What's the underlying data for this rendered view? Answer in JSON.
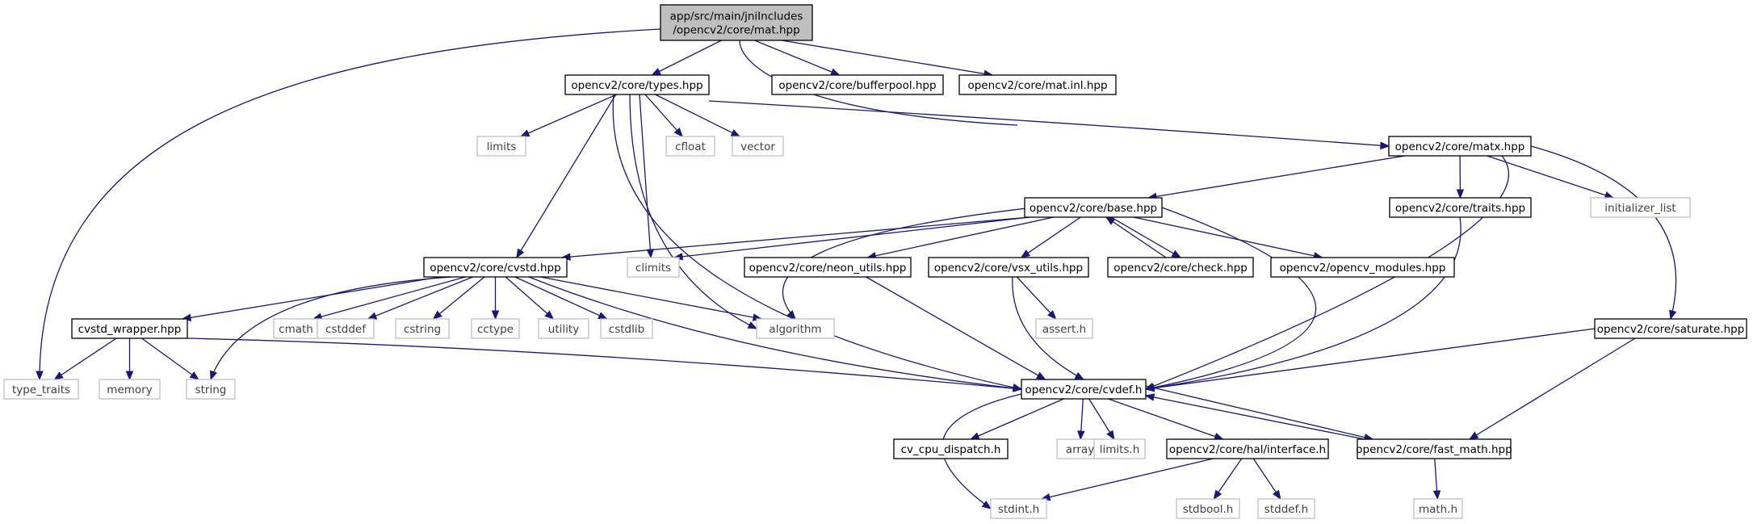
{
  "diagram": {
    "colors": {
      "edge": "#191970",
      "root_fill": "#bfbfbf",
      "node_border": "#000000",
      "system_border": "#bfbfbf",
      "system_text": "#404040"
    },
    "nodes": [
      {
        "id": "mat",
        "lines": [
          "app/src/main/jniIncludes",
          "/opencv2/core/mat.hpp"
        ],
        "kind": "root"
      },
      {
        "id": "types",
        "lines": [
          "opencv2/core/types.hpp"
        ],
        "kind": "std"
      },
      {
        "id": "bufferpool",
        "lines": [
          "opencv2/core/bufferpool.hpp"
        ],
        "kind": "std"
      },
      {
        "id": "matinl",
        "lines": [
          "opencv2/core/mat.inl.hpp"
        ],
        "kind": "std"
      },
      {
        "id": "limits",
        "lines": [
          "limits"
        ],
        "kind": "sys"
      },
      {
        "id": "cfloat",
        "lines": [
          "cfloat"
        ],
        "kind": "sys"
      },
      {
        "id": "vector",
        "lines": [
          "vector"
        ],
        "kind": "sys"
      },
      {
        "id": "matx",
        "lines": [
          "opencv2/core/matx.hpp"
        ],
        "kind": "std"
      },
      {
        "id": "base",
        "lines": [
          "opencv2/core/base.hpp"
        ],
        "kind": "std"
      },
      {
        "id": "traits",
        "lines": [
          "opencv2/core/traits.hpp"
        ],
        "kind": "std"
      },
      {
        "id": "initlist",
        "lines": [
          "initializer_list"
        ],
        "kind": "sys"
      },
      {
        "id": "cvstd",
        "lines": [
          "opencv2/core/cvstd.hpp"
        ],
        "kind": "std"
      },
      {
        "id": "climits",
        "lines": [
          "climits"
        ],
        "kind": "sys"
      },
      {
        "id": "neon",
        "lines": [
          "opencv2/core/neon_utils.hpp"
        ],
        "kind": "std"
      },
      {
        "id": "vsx",
        "lines": [
          "opencv2/core/vsx_utils.hpp"
        ],
        "kind": "std"
      },
      {
        "id": "check",
        "lines": [
          "opencv2/core/check.hpp"
        ],
        "kind": "std"
      },
      {
        "id": "modules",
        "lines": [
          "opencv2/opencv_modules.hpp"
        ],
        "kind": "std"
      },
      {
        "id": "wrapper",
        "lines": [
          "cvstd_wrapper.hpp"
        ],
        "kind": "std"
      },
      {
        "id": "cmath",
        "lines": [
          "cmath"
        ],
        "kind": "sys"
      },
      {
        "id": "cstddef",
        "lines": [
          "cstddef"
        ],
        "kind": "sys"
      },
      {
        "id": "cstring",
        "lines": [
          "cstring"
        ],
        "kind": "sys"
      },
      {
        "id": "cctype",
        "lines": [
          "cctype"
        ],
        "kind": "sys"
      },
      {
        "id": "utility",
        "lines": [
          "utility"
        ],
        "kind": "sys"
      },
      {
        "id": "cstdlib",
        "lines": [
          "cstdlib"
        ],
        "kind": "sys"
      },
      {
        "id": "algorithm",
        "lines": [
          "algorithm"
        ],
        "kind": "sys"
      },
      {
        "id": "asserth",
        "lines": [
          "assert.h"
        ],
        "kind": "sys"
      },
      {
        "id": "saturate",
        "lines": [
          "opencv2/core/saturate.hpp"
        ],
        "kind": "std"
      },
      {
        "id": "typetraits",
        "lines": [
          "type_traits"
        ],
        "kind": "sys"
      },
      {
        "id": "memory",
        "lines": [
          "memory"
        ],
        "kind": "sys"
      },
      {
        "id": "string",
        "lines": [
          "string"
        ],
        "kind": "sys"
      },
      {
        "id": "cvdef",
        "lines": [
          "opencv2/core/cvdef.h"
        ],
        "kind": "std"
      },
      {
        "id": "dispatch",
        "lines": [
          "cv_cpu_dispatch.h"
        ],
        "kind": "std"
      },
      {
        "id": "array",
        "lines": [
          "array"
        ],
        "kind": "sys"
      },
      {
        "id": "limitsh",
        "lines": [
          "limits.h"
        ],
        "kind": "sys"
      },
      {
        "id": "interface",
        "lines": [
          "opencv2/core/hal/interface.h"
        ],
        "kind": "std"
      },
      {
        "id": "fastmath",
        "lines": [
          "opencv2/core/fast_math.hpp"
        ],
        "kind": "std"
      },
      {
        "id": "stdint",
        "lines": [
          "stdint.h"
        ],
        "kind": "sys"
      },
      {
        "id": "stdbool",
        "lines": [
          "stdbool.h"
        ],
        "kind": "sys"
      },
      {
        "id": "stddef",
        "lines": [
          "stddef.h"
        ],
        "kind": "sys"
      },
      {
        "id": "mathh",
        "lines": [
          "math.h"
        ],
        "kind": "sys"
      }
    ],
    "edges": [
      [
        "mat",
        "typetraits"
      ],
      [
        "mat",
        "types"
      ],
      [
        "mat",
        "bufferpool"
      ],
      [
        "mat",
        "matinl"
      ],
      [
        "mat",
        "matx"
      ],
      [
        "types",
        "limits"
      ],
      [
        "types",
        "cfloat"
      ],
      [
        "types",
        "vector"
      ],
      [
        "types",
        "cvstd"
      ],
      [
        "types",
        "climits"
      ],
      [
        "types",
        "algorithm"
      ],
      [
        "types",
        "matx"
      ],
      [
        "types",
        "cvdef"
      ],
      [
        "matx",
        "base"
      ],
      [
        "matx",
        "traits"
      ],
      [
        "matx",
        "initlist"
      ],
      [
        "matx",
        "saturate"
      ],
      [
        "matx",
        "cvdef"
      ],
      [
        "base",
        "cvstd"
      ],
      [
        "base",
        "climits"
      ],
      [
        "base",
        "algorithm"
      ],
      [
        "base",
        "neon"
      ],
      [
        "base",
        "vsx"
      ],
      [
        "base",
        "check"
      ],
      [
        "base",
        "modules"
      ],
      [
        "base",
        "cvdef"
      ],
      [
        "check",
        "base"
      ],
      [
        "traits",
        "cvdef"
      ],
      [
        "cvstd",
        "wrapper"
      ],
      [
        "cvstd",
        "cmath"
      ],
      [
        "cvstd",
        "cstddef"
      ],
      [
        "cvstd",
        "cstring"
      ],
      [
        "cvstd",
        "cctype"
      ],
      [
        "cvstd",
        "utility"
      ],
      [
        "cvstd",
        "cstdlib"
      ],
      [
        "cvstd",
        "algorithm"
      ],
      [
        "cvstd",
        "string"
      ],
      [
        "cvstd",
        "cvdef"
      ],
      [
        "neon",
        "cvdef"
      ],
      [
        "vsx",
        "asserth"
      ],
      [
        "vsx",
        "cvdef"
      ],
      [
        "wrapper",
        "typetraits"
      ],
      [
        "wrapper",
        "memory"
      ],
      [
        "wrapper",
        "string"
      ],
      [
        "wrapper",
        "cvdef"
      ],
      [
        "saturate",
        "cvdef"
      ],
      [
        "saturate",
        "fastmath"
      ],
      [
        "cvdef",
        "dispatch"
      ],
      [
        "cvdef",
        "array"
      ],
      [
        "cvdef",
        "limitsh"
      ],
      [
        "cvdef",
        "interface"
      ],
      [
        "cvdef",
        "fastmath"
      ],
      [
        "cvdef",
        "stdint"
      ],
      [
        "fastmath",
        "cvdef"
      ],
      [
        "fastmath",
        "mathh"
      ],
      [
        "interface",
        "stdint"
      ],
      [
        "interface",
        "stdbool"
      ],
      [
        "interface",
        "stddef"
      ]
    ]
  }
}
